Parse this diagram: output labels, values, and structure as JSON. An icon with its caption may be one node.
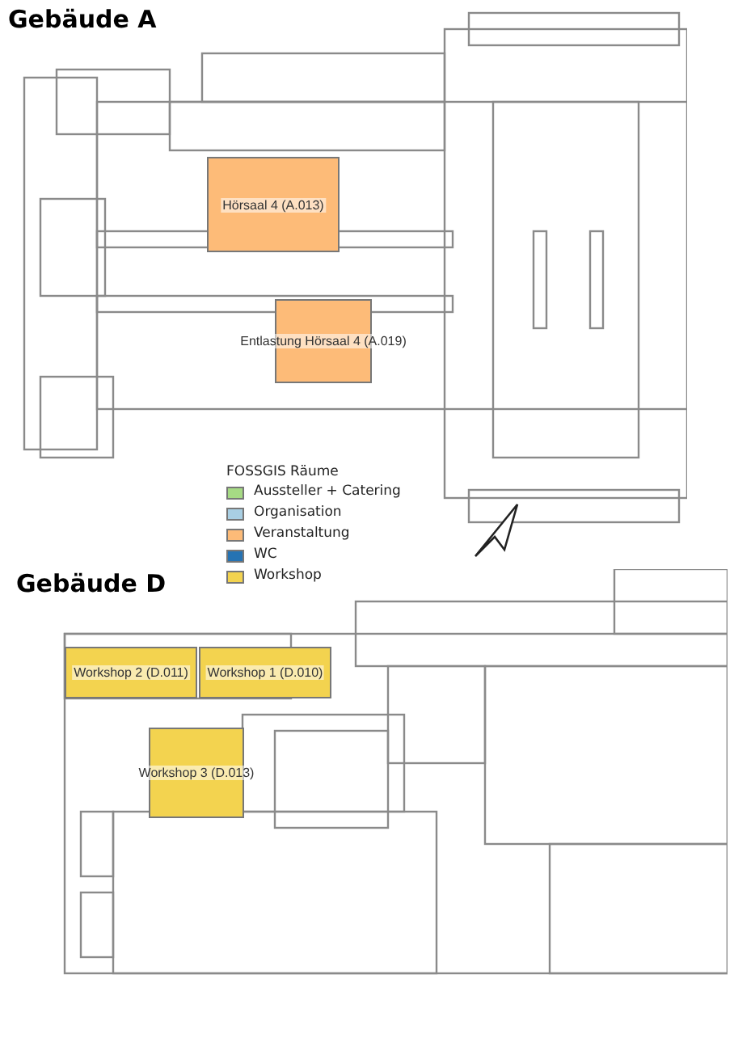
{
  "diagram": {
    "nodes": [
      {
        "text": [
          "Gebäude A"
        ]
      },
      {
        "text": [
          "Hörsaal 4 (A.013)"
        ],
        "in": 0
      },
      {
        "text": [
          "Entlastung Hörsaal 4 (A.019)"
        ],
        "in": 0
      },
      {
        "text": [
          "Gebäude D"
        ]
      },
      {
        "text": [
          "Workshop 2 (D.011)"
        ],
        "in": 3
      },
      {
        "text": [
          "Workshop 1 (D.010)"
        ],
        "in": 3
      },
      {
        "text": [
          "Workshop 3 (D.013)"
        ],
        "in": 3
      }
    ],
    "edges": [],
    "labels": [
      "FOSSGIS Räume"
    ],
    "legend": [
      {
        "text": "Aussteller + Catering",
        "color": "#a6da84"
      },
      {
        "text": "Organisation",
        "color": "#a9cfe3"
      },
      {
        "text": "Veranstaltung",
        "color": "#fdbb78"
      },
      {
        "text": "WC",
        "color": "#2673b3"
      },
      {
        "text": "Workshop",
        "color": "#f3d34f"
      }
    ]
  }
}
